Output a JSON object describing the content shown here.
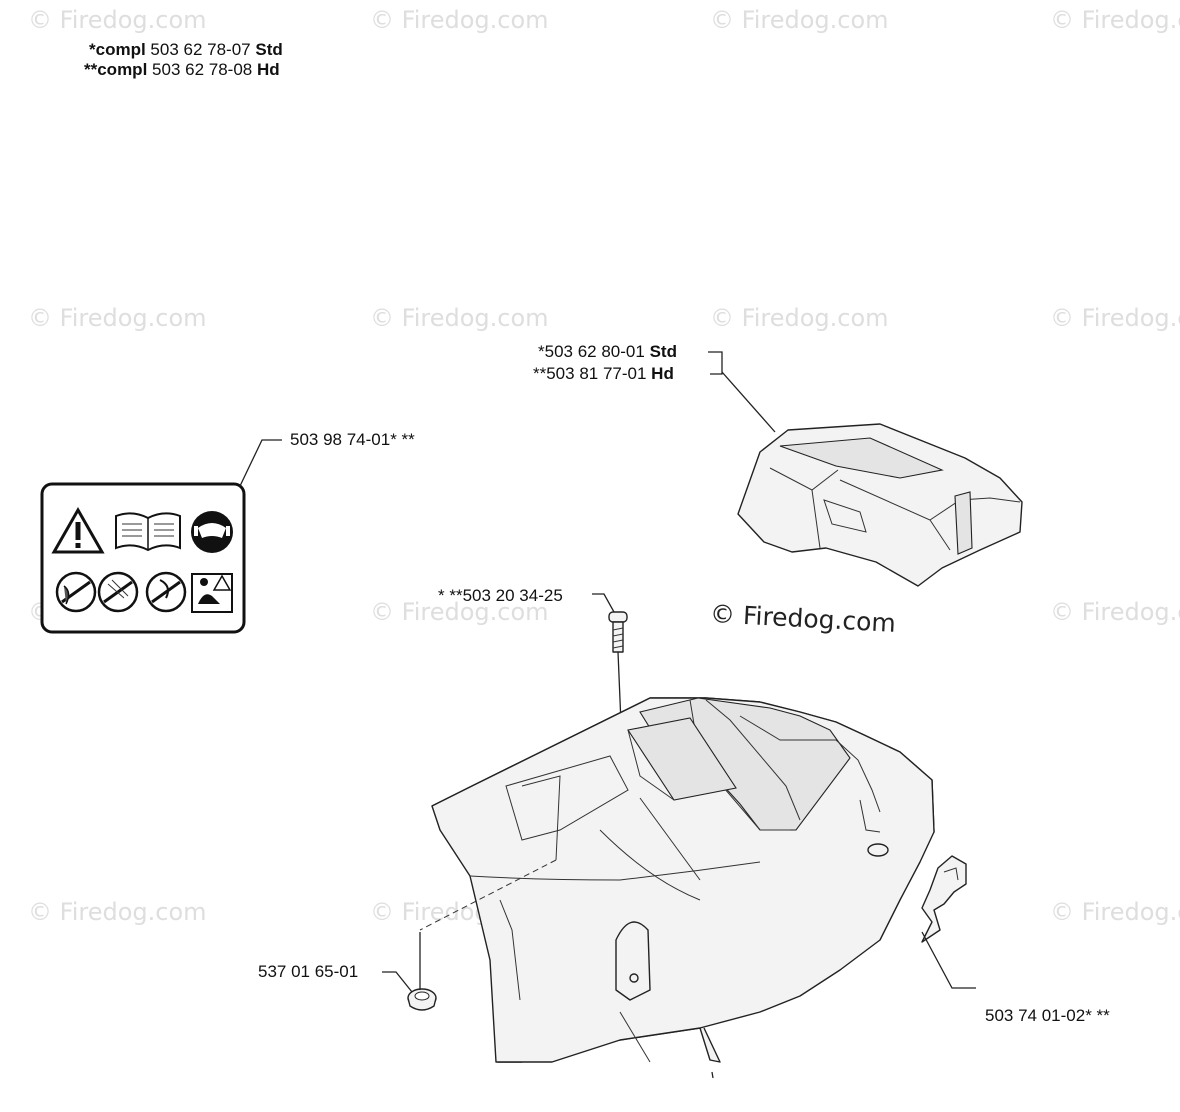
{
  "header": {
    "line1": {
      "prefix": "*compl",
      "number": "503 62 78-07",
      "suffix": "Std"
    },
    "line2": {
      "prefix": "**compl",
      "number": "503 62 78-08",
      "suffix": "Hd"
    }
  },
  "labels": {
    "air_filter_std": {
      "prefix": "*503 62 80-01",
      "suffix": "Std"
    },
    "air_filter_hd": {
      "prefix": "**503 81 77-01",
      "suffix": "Hd"
    },
    "decal": "503 98 74-01* **",
    "screw": "* **503 20 34-25",
    "grommet": "537 01 65-01",
    "clip": "503 74 01-02* **"
  },
  "watermark": {
    "text": "© Firedog.com",
    "main_text": "© Firedog.com"
  },
  "colors": {
    "line": "#222222",
    "watermark": "#dedede"
  }
}
